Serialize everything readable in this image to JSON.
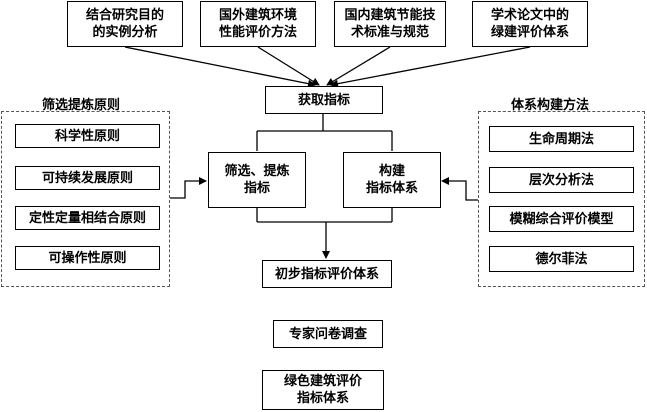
{
  "sources": [
    "结合研究目的\n的实例分析",
    "国外建筑环境\n性能评价方法",
    "国内建筑节能技\n术标准与规范",
    "学术论文中的\n绿建评价体系"
  ],
  "acquire": "获取指标",
  "screen": "筛选、提炼\n指标",
  "construct": "构建\n指标体系",
  "left_group": {
    "title": "筛选提炼原则",
    "items": [
      "科学性原则",
      "可持续发展原则",
      "定性定量相结合原则",
      "可操作性原则"
    ]
  },
  "right_group": {
    "title": "体系构建方法",
    "items": [
      "生命周期法",
      "层次分析法",
      "模糊综合评价模型",
      "德尔菲法"
    ]
  },
  "preliminary": "初步指标评价体系",
  "survey": "专家问卷调查",
  "final": "绿色建筑评价\n指标体系"
}
